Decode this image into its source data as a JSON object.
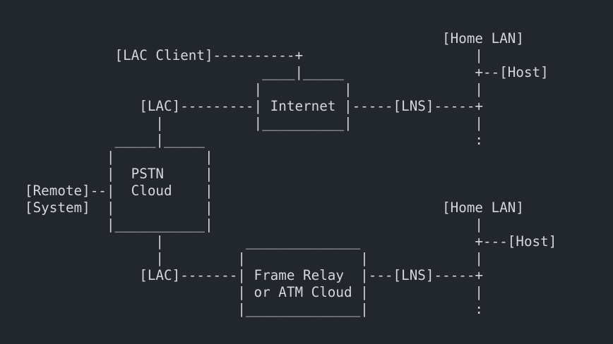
{
  "theme": {
    "background_color": "#22262d",
    "text_color": "#d4d7db"
  },
  "diagram": {
    "nodes": [
      "[LAC Client]",
      "[LAC]",
      "Internet",
      "[LNS]",
      "[Home LAN]",
      "[Host]",
      "[Remote]",
      "[System]",
      "PSTN Cloud",
      "Frame Relay or ATM Cloud"
    ],
    "ascii_lines": [
      "                                                   [Home LAN]",
      "           [LAC Client]----------+                     |",
      "                             ____|_____                +--[Host]",
      "                            |          |               |",
      "              [LAC]---------| Internet |-----[LNS]-----+",
      "                |           |__________|               |",
      "           _____|_____                                 :",
      "          |           |",
      "          |  PSTN     |",
      "[Remote]--|  Cloud    |",
      "[System]  |           |                            [Home LAN]",
      "          |___________|                                |",
      "                |          ______________              +---[Host]",
      "                |         |              |             |",
      "              [LAC]-------| Frame Relay  |---[LNS]-----+",
      "                          | or ATM Cloud |             |",
      "                          |______________|             :"
    ]
  }
}
